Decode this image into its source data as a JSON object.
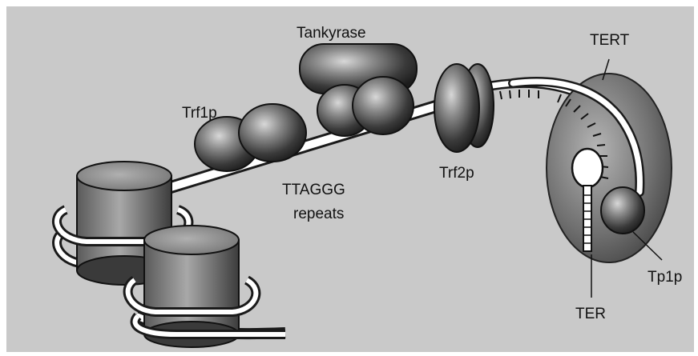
{
  "labels": {
    "tankyrase": "Tankyrase",
    "tert": "TERT",
    "trf1p": "Trf1p",
    "trf2p": "Trf2p",
    "repeats_line1": "TTAGGG",
    "repeats_line2": "repeats",
    "tp1p": "Tp1p",
    "ter": "TER"
  },
  "colors": {
    "background": "#c9c9c9",
    "border": "#ffffff",
    "protein_dark": "#2a2a2a",
    "protein_light": "#bdbdbd",
    "dna_fill": "#ffffff",
    "dna_stroke": "#1a1a1a"
  }
}
